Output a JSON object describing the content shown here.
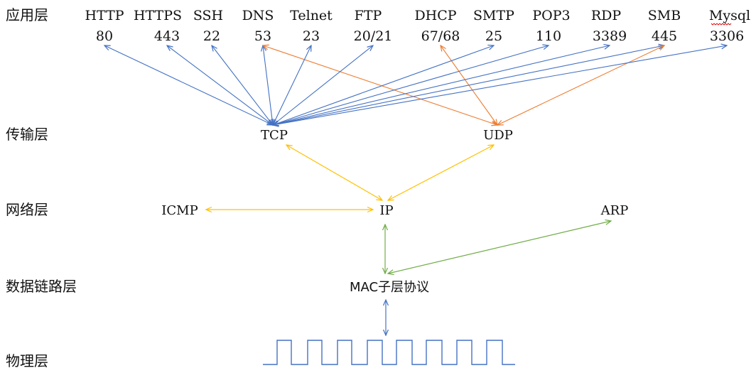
{
  "layers": [
    "应用层",
    "传输层",
    "网络层",
    "数据链路层",
    "物理层"
  ],
  "protocols": [
    {
      "name": "HTTP",
      "port": "80",
      "transport": "TCP"
    },
    {
      "name": "HTTPS",
      "port": "443",
      "transport": "TCP"
    },
    {
      "name": "SSH",
      "port": "22",
      "transport": "TCP"
    },
    {
      "name": "DNS",
      "port": "53",
      "transport": "TCP+UDP"
    },
    {
      "name": "Telnet",
      "port": "23",
      "transport": "TCP"
    },
    {
      "name": "FTP",
      "port": "20/21",
      "transport": "TCP"
    },
    {
      "name": "DHCP",
      "port": "67/68",
      "transport": "UDP"
    },
    {
      "name": "SMTP",
      "port": "25",
      "transport": "TCP"
    },
    {
      "name": "POP3",
      "port": "110",
      "transport": "TCP"
    },
    {
      "name": "RDP",
      "port": "3389",
      "transport": "TCP"
    },
    {
      "name": "SMB",
      "port": "445",
      "transport": "TCP+UDP"
    },
    {
      "name": "Mysql",
      "port": "3306",
      "transport": "TCP"
    }
  ],
  "nodes": {
    "tcp": "TCP",
    "udp": "UDP",
    "icmp": "ICMP",
    "ip": "IP",
    "arp": "ARP",
    "mac": "MAC子层协议"
  },
  "colors": {
    "tcp_links": "#4472c4",
    "udp_links": "#ed7d31",
    "ip_links": "#ffc000",
    "arp_mac_links": "#70ad47",
    "mac_physical_link": "#4472c4",
    "physical_signal": "#4472c4"
  }
}
